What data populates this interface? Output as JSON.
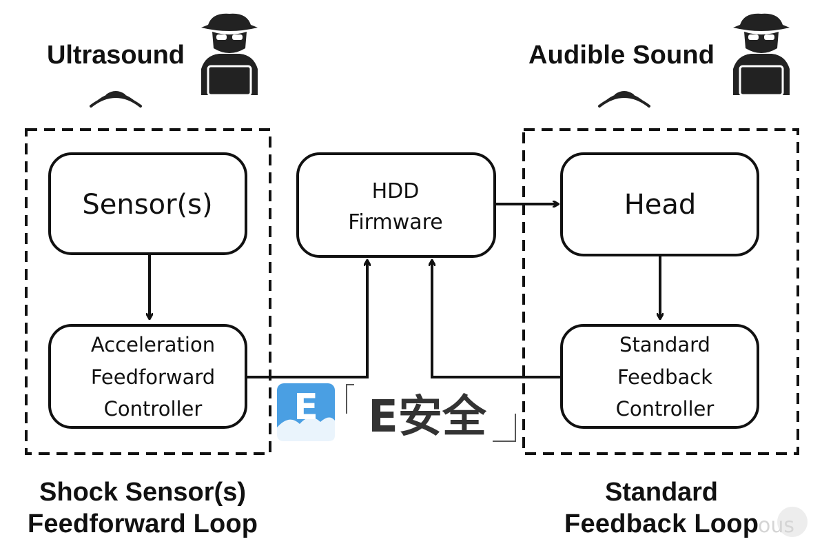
{
  "left": {
    "attacker_label": "Ultrasound",
    "loop_label_line1": "Shock Sensor(s)",
    "loop_label_line2": "Feedforward Loop",
    "sensor_box": "Sensor(s)",
    "controller_box": [
      "Acceleration",
      "Feedforward",
      "Controller"
    ]
  },
  "center": {
    "firmware_box": [
      "HDD",
      "Firmware"
    ]
  },
  "right": {
    "attacker_label": "Audible Sound",
    "loop_label_line1": "Standard",
    "loop_label_line2": "Feedback Loop",
    "head_box": "Head",
    "controller_box": [
      "Standard",
      "Feedback",
      "Controller"
    ]
  },
  "icons": [
    "hacker-icon",
    "sound-wave-icon"
  ],
  "watermark": {
    "logo_text": "E安全",
    "logo_letter": "E",
    "accent": "#4a9fe3",
    "corner_mark": "Tpous"
  }
}
